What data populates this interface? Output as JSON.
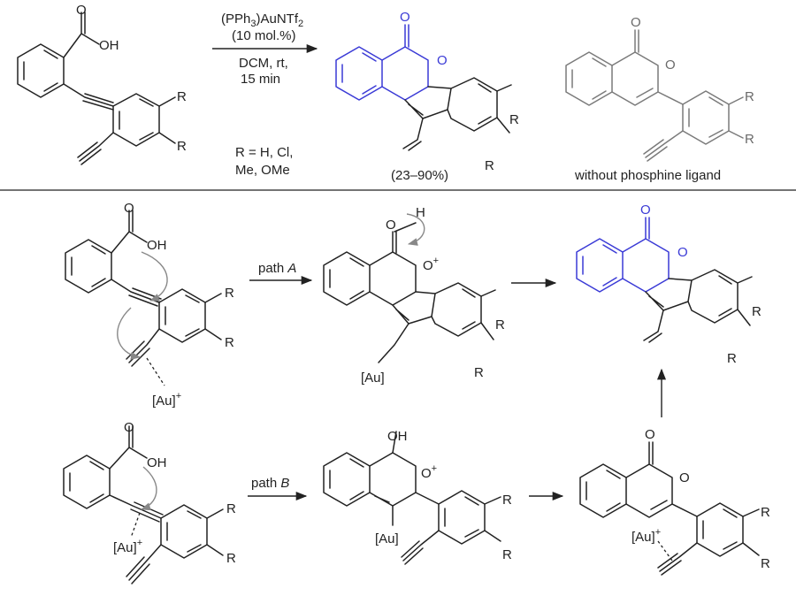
{
  "colors": {
    "ink": "#222222",
    "product_blue": "#3a3ad6",
    "side_gray": "#7a7a7a",
    "curved_arrow_gray": "#888888"
  },
  "reaction": {
    "catalyst_line1": "(PPh",
    "catalyst_sub1": "3",
    "catalyst_line1b": ")AuNTf",
    "catalyst_sub2": "2",
    "loading": "(10 mol.%)",
    "conditions": "DCM, rt,",
    "time": "15 min",
    "substituents_line1": "R = H, Cl,",
    "substituents_line2": "Me, OMe",
    "yield": "(23–90%)",
    "side_product_note": "without phosphine ligand"
  },
  "atoms": {
    "O": "O",
    "OH": "OH",
    "H": "H",
    "R": "R",
    "plus": "+",
    "au": "[Au]",
    "au_cation": "[Au]",
    "au_plus": "+"
  },
  "paths": {
    "a_label": "path ",
    "a_letter": "A",
    "b_label": "path ",
    "b_letter": "B"
  }
}
